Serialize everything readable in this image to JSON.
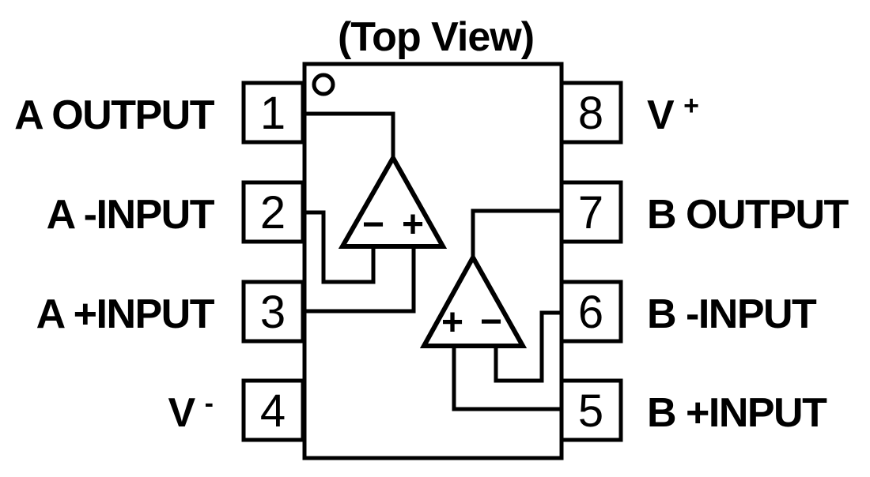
{
  "title": "(Top View)",
  "colors": {
    "line": "#000000",
    "background": "#ffffff"
  },
  "ic": {
    "pins_left": [
      {
        "number": "1",
        "label": "A OUTPUT"
      },
      {
        "number": "2",
        "label": "A -INPUT"
      },
      {
        "number": "3",
        "label": "A +INPUT"
      },
      {
        "number": "4",
        "label": "V",
        "label_sup": "-"
      }
    ],
    "pins_right": [
      {
        "number": "8",
        "label": "V",
        "label_sup": "+"
      },
      {
        "number": "7",
        "label": "B OUTPUT"
      },
      {
        "number": "6",
        "label": "B -INPUT"
      },
      {
        "number": "5",
        "label": "B +INPUT"
      }
    ],
    "opamps": [
      {
        "minus_sign": "−",
        "plus_sign": "+"
      },
      {
        "minus_sign": "−",
        "plus_sign": "+"
      }
    ]
  }
}
